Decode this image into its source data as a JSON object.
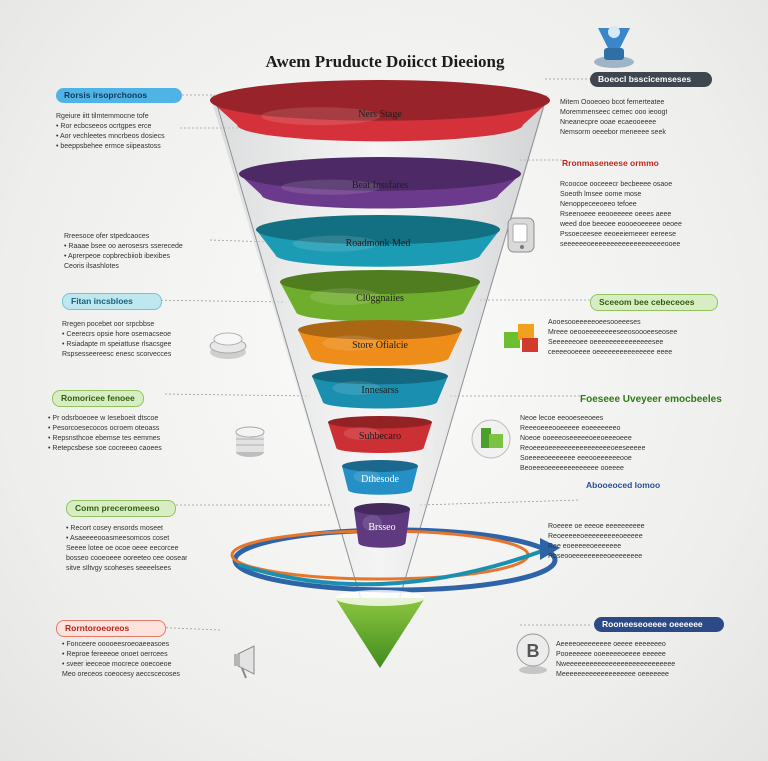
{
  "title": "Awem Pruducte Doiicct Dieeiong",
  "stages": [
    {
      "label": "Ners Stage",
      "color": "#d4313a"
    },
    {
      "label": "Beat Inssfares",
      "color": "#6b3a8c"
    },
    {
      "label": "Roadmonk Med",
      "color": "#1b9bb4"
    },
    {
      "label": "Cl0ggnaiies",
      "color": "#6fae2c"
    },
    {
      "label": "Store Ofialcie",
      "color": "#ee8d1a"
    },
    {
      "label": "Innesarss",
      "color": "#1a8fb0"
    },
    {
      "label": "Suhbecaro",
      "color": "#cc2f34"
    },
    {
      "label": "Dthesode",
      "color": "#2590c6"
    },
    {
      "label": "Brsseo",
      "color": "#5f3a80"
    }
  ],
  "left_blocks": [
    {
      "head": "Rorsis irsoprchonos",
      "style": "blue",
      "lines": [
        "Rgeiure iitt tilmtemmocne tofe",
        "• Ror ecbcseeos ocrtgpes erce",
        "• Aor vechleetes mncrbeos dosiecs",
        "• beeppsbehee ermce siipeastoss"
      ]
    },
    {
      "head": "",
      "style": "none",
      "lines": [
        "Rreesoce ofer stpedcaoces",
        "• Raaae bsee oo aerosesrs sserecede",
        "• Aprerpeoe copbrecbiiob ibexibes",
        "Ceoris ilsashlotes"
      ]
    },
    {
      "head": "Fitan incsbloes",
      "style": "teal",
      "lines": [
        "Rregen pocebet oor srpcbbse",
        "• Ceerecrs opsie hore osemacseoe",
        "• Rsiadapte m speiattuse rlsacsgee",
        "Rspsesseereesc enesc scorvecces"
      ]
    },
    {
      "head": "Romoricee fenoee",
      "style": "green",
      "lines": [
        "• Pr odsrboeoee w Ieseboeit dtscoe",
        "• Pesorcoesecocos ocroem oteoass",
        "• Repsnsthcoe ebemse tes eemmes",
        "• Retepcsbese soe cocreeeo caoees"
      ]
    },
    {
      "head": "Comn preceromeeso",
      "style": "green",
      "lines": [
        "• Recort cosey ensords moseet",
        "• Asaeeeeooasmeesomcos coset",
        "Seeee lotee oe ocoe oeee eecorcee",
        "bosseo cooeoeee ooreeteo cee oosear",
        "sitve sIltvgy scoheses seeeelsees"
      ]
    },
    {
      "head": "Rorntoroeoreos",
      "style": "red",
      "lines": [
        "• Fonceere ooooeesroeoaeeasoes",
        "• Reproe fereeeoe onoet oerrcees",
        "• sveer ieeceoe mocrece ooecoeoe",
        "Meo oreceos coeocesy aeccscecoses"
      ]
    }
  ],
  "right_blocks": [
    {
      "head": "Boeocl bsscicemseses",
      "style": "dark",
      "lines": [
        "Mitem Oooeoeo bcot femerteatee",
        "Moremmenseec cemec ooo ieoogt",
        "Nneanecpre ooae ecaeooeeee",
        "Nemsorm oeeebor meneeee seek"
      ]
    },
    {
      "head": "Rronmaseneese ormmo",
      "style": "plainred",
      "lines": [
        "Rcoocoe ooceeecr becbeeee osaoe",
        "Soeoth lmsee oome mose",
        "Nenoppeceeoeeo tefoee",
        "Rseenoeee eeooeeeee oeees aeee",
        "weed doe beeoee eoooeoeeeee oeoee",
        "Pssoeceesee eeoeeiemeeer eereese",
        "seeeeeeoeeeeeeeeeeeeeeeeeeeooee"
      ]
    },
    {
      "head": "Sceeom bee cebeceoes",
      "style": "green",
      "lines": [
        "Aooesooeeeeeoeesooeeeses",
        "Mreee oeooeeeeeeeeseeosoooeeseosee",
        "Seeeeeeoee oeeeeeeeeeeeeeeesee",
        "ceeeeooeeee oeeeeeeeeeeeeeee eeee"
      ]
    },
    {
      "head": "Foeseee Uveyeer emocbeeles",
      "style": "plaingreen",
      "lines": [
        "Neoe lecoe eeooeseeoees",
        "Reeeoeeeooeeeee eoeeeeeeeo",
        "Noeoe ooeeeoseeeeeoeeoeeeoeee",
        "Reoeeeoeeeeeeeeeeeeeeeeoeeseeeee",
        "Soeeeeoeeeeeee eeeooeeeeeeooe",
        "Beoeeeoeeeeeeeeeeeee ooeeee"
      ]
    },
    {
      "head": "Abooeoced lomoo",
      "style": "plainnavy",
      "lines": [
        "Roeeee oe eeeoe eeeeeeeeee",
        "Reoeeeeeoeeeeeeeeeoeeeee",
        "Ree eoeeeeeoeeeeeee",
        "Roseooeeeeeeeeeoeeeeeeee"
      ]
    },
    {
      "head": "Rooneeseoeeee oeeeeee",
      "style": "navy",
      "lines": [
        "Aeeeeoeeeeeeee oeeee eeeeeeeo",
        "Pooeeeeee ooeeeeeoeeee eeeeee",
        "Nweeeeeeeeeeeeeeeeeeeeeeeeeeee",
        "Meeeeeeeeeeeeeeeeeee oeeeeeee"
      ]
    }
  ],
  "icons": [
    {
      "name": "funnel-trophy-icon"
    },
    {
      "name": "tablet-device-icon"
    },
    {
      "name": "plate-stack-icon"
    },
    {
      "name": "building-blocks-icon"
    },
    {
      "name": "coin-stack-icon"
    },
    {
      "name": "green-box-icon"
    },
    {
      "name": "megaphone-icon"
    },
    {
      "name": "letter-b-badge-icon"
    }
  ]
}
